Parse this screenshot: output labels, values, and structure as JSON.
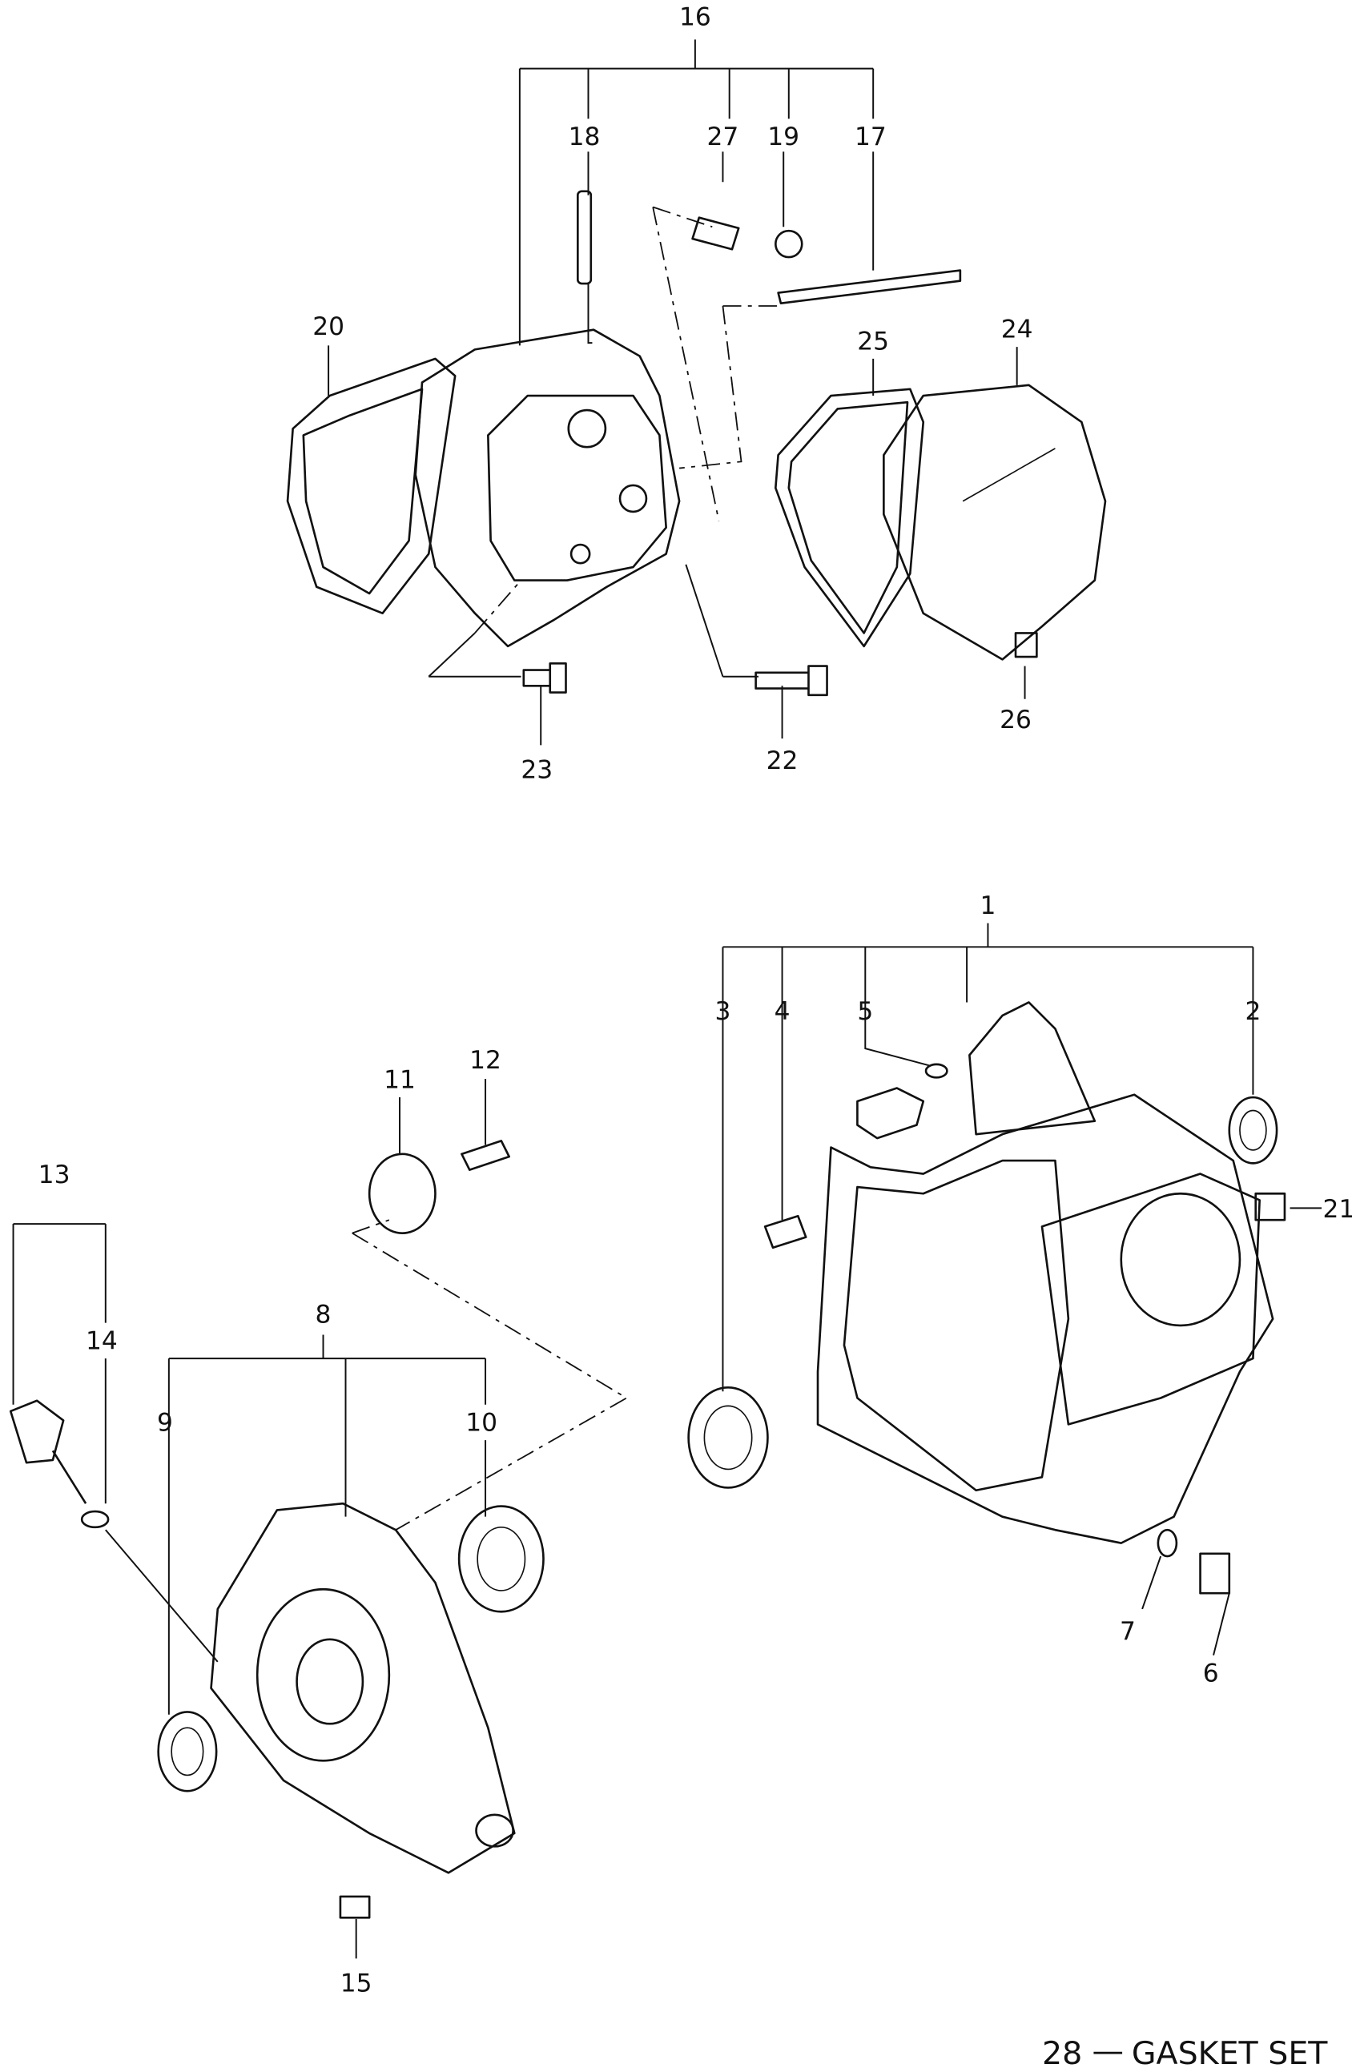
{
  "callouts": [
    "16",
    "18",
    "27",
    "19",
    "17",
    "20",
    "25",
    "24",
    "26",
    "23",
    "22",
    "1",
    "3",
    "4",
    "5",
    "2",
    "21",
    "7",
    "6",
    "11",
    "12",
    "13",
    "14",
    "8",
    "9",
    "10",
    "15"
  ],
  "legend": {
    "number": "28",
    "dash": "—",
    "label": "GASKET SET"
  }
}
